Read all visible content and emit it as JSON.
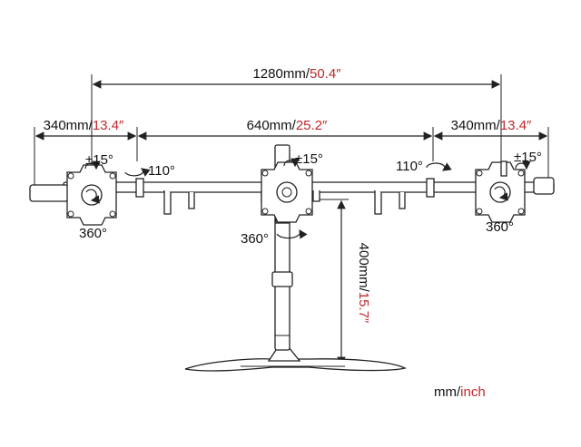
{
  "dimensions": {
    "total_width": {
      "value": "1280mm",
      "sep": "/",
      "inch": "50.4″"
    },
    "side_left": {
      "value": "340mm",
      "sep": "/",
      "inch": "13.4″"
    },
    "center": {
      "value": "640mm",
      "sep": "/",
      "inch": "25.2″"
    },
    "side_right": {
      "value": "340mm",
      "sep": "/",
      "inch": "13.4″"
    },
    "height": {
      "value": "400mm",
      "sep": "/",
      "inch": "15.7″"
    }
  },
  "angles": {
    "tilt": "±15°",
    "swivel": "110°",
    "rotate": "360°"
  },
  "units_legend": {
    "mm": "mm",
    "sep": "/",
    "inch": "inch"
  },
  "colors": {
    "accent": "#c0282a",
    "ink": "#222222"
  }
}
